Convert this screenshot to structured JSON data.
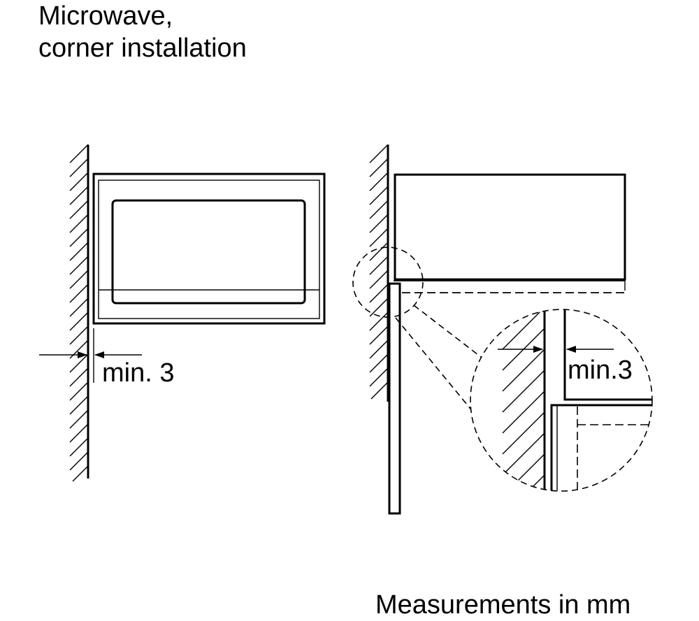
{
  "title": {
    "line1": "Microwave,",
    "line2": "corner installation"
  },
  "left_view": {
    "dimension_label": "min. 3"
  },
  "right_view": {
    "detail_dimension_label": "min.3"
  },
  "footer": {
    "units_note": "Measurements in mm"
  },
  "colors": {
    "line": "#000000",
    "background": "#ffffff"
  }
}
